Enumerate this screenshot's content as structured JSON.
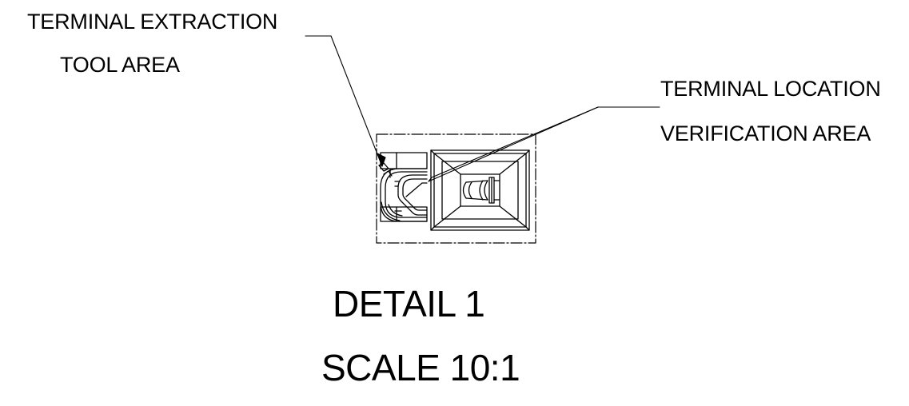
{
  "callouts": {
    "extraction": {
      "line1": "TERMINAL EXTRACTION",
      "line2": "TOOL AREA"
    },
    "location": {
      "line1": "TERMINAL LOCATION",
      "line2": "VERIFICATION AREA"
    }
  },
  "detail": {
    "title": "DETAIL 1",
    "scale": "SCALE 10:1"
  },
  "colors": {
    "ink": "#000000",
    "background": "#ffffff"
  }
}
